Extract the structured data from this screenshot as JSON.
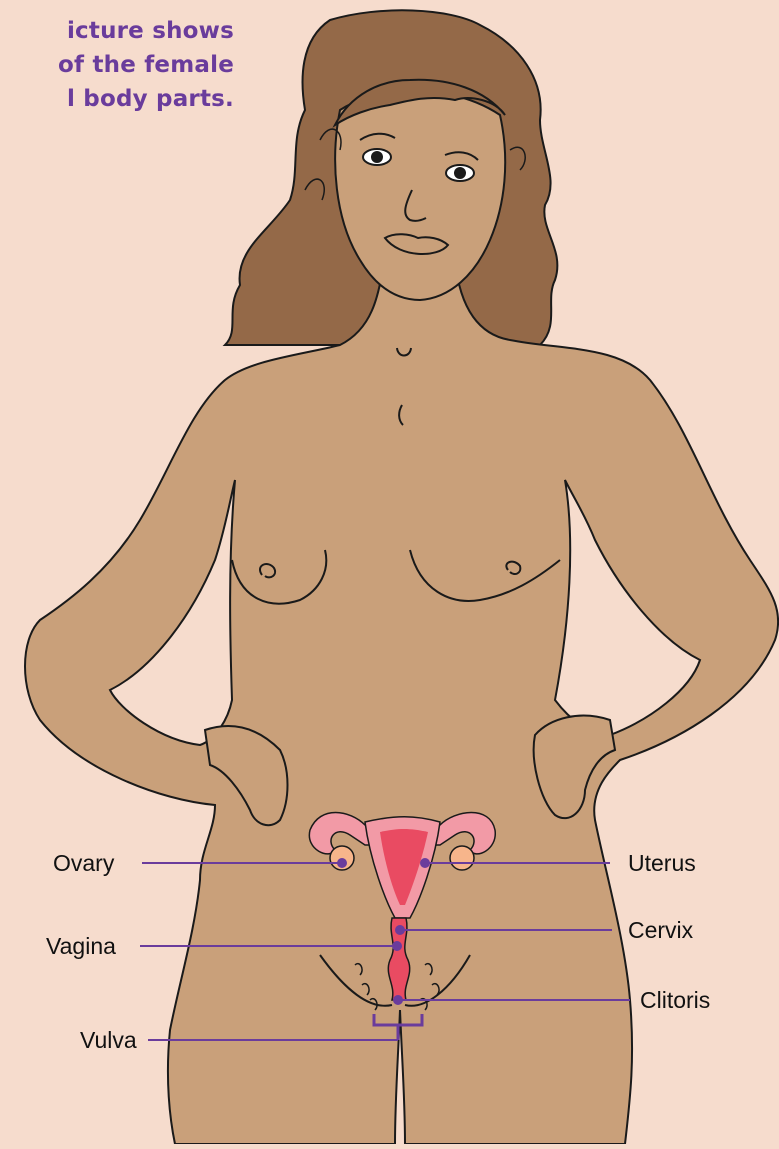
{
  "caption": {
    "line1": "icture shows",
    "line2": "of the female",
    "line3": "l body parts."
  },
  "labels": {
    "ovary": "Ovary",
    "vagina": "Vagina",
    "vulva": "Vulva",
    "uterus": "Uterus",
    "cervix": "Cervix",
    "clitoris": "Clitoris"
  },
  "colors": {
    "background": "#f6dccd",
    "skin": "#c9a07a",
    "hair": "#946948",
    "outline": "#1a1a1a",
    "caption": "#6a3c9c",
    "leader_line": "#6a3c9c",
    "uterus_outer": "#f29aa6",
    "uterus_inner": "#e94b62",
    "ovary": "#f7b58b"
  }
}
